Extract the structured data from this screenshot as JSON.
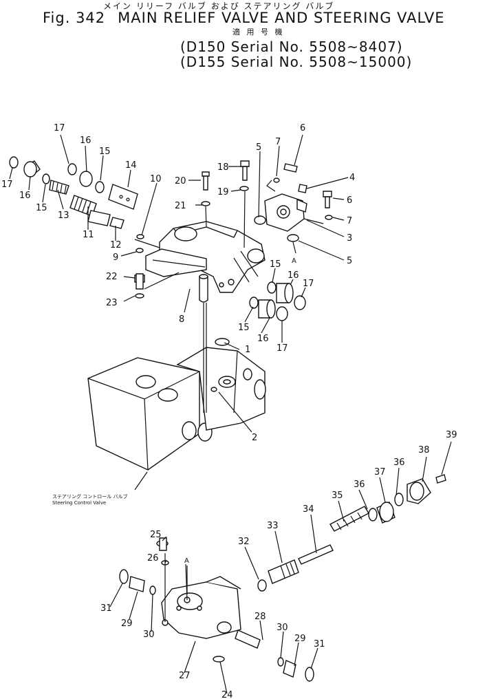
{
  "header": {
    "japanese_title": "メイン リリーフ バルブ および ステアリング バルブ",
    "figure_no": "Fig. 342",
    "title": "MAIN RELIEF VALVE AND STEERING VALVE",
    "applicable_label": "適 用 号 機",
    "serial_lines": [
      "(D150 Serial No. 5508~8407)",
      "(D155 Serial No. 5508~15000)"
    ]
  },
  "caption": {
    "japanese": "ステアリング コントロール バルブ",
    "english": "Steering Control Valve"
  },
  "callouts": {
    "c1": "1",
    "c2": "2",
    "c3": "3",
    "c4": "4",
    "c5a": "5",
    "c5b": "5",
    "c6a": "6",
    "c6b": "6",
    "c7a": "7",
    "c7b": "7",
    "c8": "8",
    "c9": "9",
    "c10": "10",
    "c11": "11",
    "c12": "12",
    "c13": "13",
    "c14": "14",
    "c15a": "15",
    "c15b": "15",
    "c15c": "15",
    "c15d": "15",
    "c16a": "16",
    "c16b": "16",
    "c16c": "16",
    "c16d": "16",
    "c17a": "17",
    "c17b": "17",
    "c17c": "17",
    "c17d": "17",
    "c18": "18",
    "c19": "19",
    "c20": "20",
    "c21": "21",
    "c22": "22",
    "c23": "23",
    "c24": "24",
    "c25": "25",
    "c26": "26",
    "c27": "27",
    "c28": "28",
    "c29a": "29",
    "c29b": "29",
    "c30a": "30",
    "c30b": "30",
    "c31a": "31",
    "c31b": "31",
    "c32": "32",
    "c33": "33",
    "c34": "34",
    "c35": "35",
    "c36a": "36",
    "c36b": "36",
    "c37": "37",
    "c38": "38",
    "c39": "39",
    "ca1": "A",
    "ca2": "A"
  }
}
